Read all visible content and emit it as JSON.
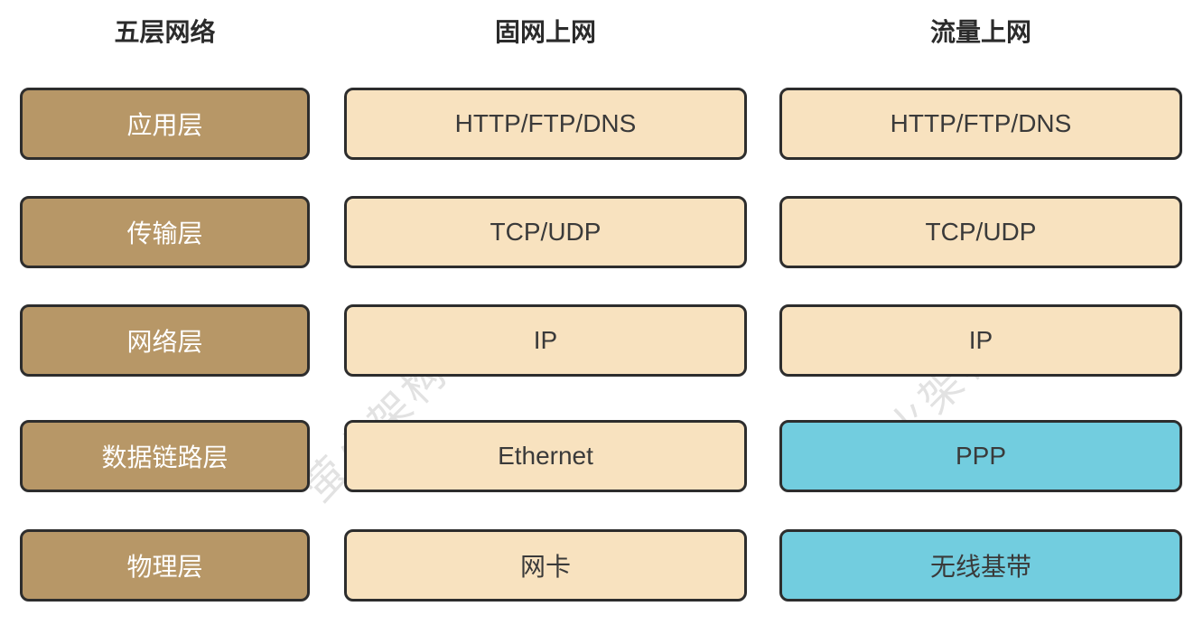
{
  "watermark": {
    "text": "萤火架构"
  },
  "colors": {
    "brown": "#b79767",
    "cream": "#f8e2bf",
    "cyan": "#72cddf",
    "border": "#2d2d2d",
    "heading_text": "#2b2b2b",
    "box_text": "#3a3a3a",
    "box_text_on_brown": "#ffffff",
    "watermark": "#e2e2e2",
    "background": "#ffffff"
  },
  "columns": [
    {
      "header": "五层网络",
      "rows": [
        {
          "label": "应用层",
          "color": "brown"
        },
        {
          "label": "传输层",
          "color": "brown"
        },
        {
          "label": "网络层",
          "color": "brown"
        },
        {
          "label": "数据链路层",
          "color": "brown"
        },
        {
          "label": "物理层",
          "color": "brown"
        }
      ]
    },
    {
      "header": "固网上网",
      "rows": [
        {
          "label": "HTTP/FTP/DNS",
          "color": "cream"
        },
        {
          "label": "TCP/UDP",
          "color": "cream"
        },
        {
          "label": "IP",
          "color": "cream"
        },
        {
          "label": "Ethernet",
          "color": "cream"
        },
        {
          "label": "网卡",
          "color": "cream"
        }
      ]
    },
    {
      "header": "流量上网",
      "rows": [
        {
          "label": "HTTP/FTP/DNS",
          "color": "cream"
        },
        {
          "label": "TCP/UDP",
          "color": "cream"
        },
        {
          "label": "IP",
          "color": "cream"
        },
        {
          "label": "PPP",
          "color": "cyan"
        },
        {
          "label": "无线基带",
          "color": "cyan"
        }
      ]
    }
  ]
}
